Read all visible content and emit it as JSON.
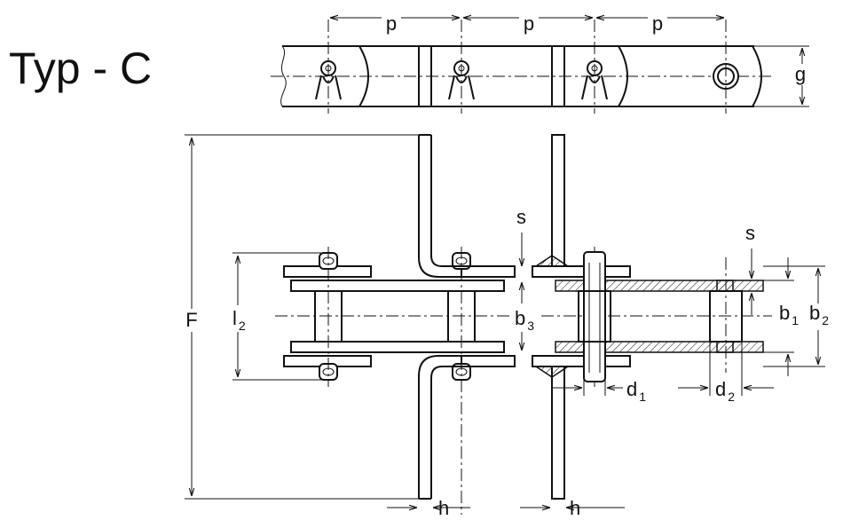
{
  "title": "Typ - C",
  "labels": {
    "p": "p",
    "g": "g",
    "F": "F",
    "l": "l",
    "l_sub": "2",
    "s": "s",
    "b": "b",
    "b3_sub": "3",
    "b1_sub": "1",
    "b2_sub": "2",
    "d": "d",
    "d1_sub": "1",
    "d2_sub": "2",
    "h": "h"
  }
}
